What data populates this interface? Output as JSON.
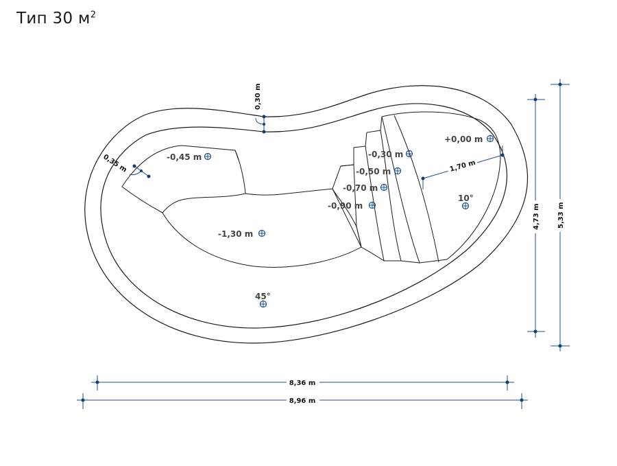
{
  "title": {
    "text": "Тип 30 м",
    "sup": "2"
  },
  "dimensions": {
    "length_inner": "8,36 m",
    "length_outer": "8,96 m",
    "width_inner": "4,73 m",
    "width_outer": "5,33 m",
    "rim_top": "0,30 m",
    "rim_left": "0,35 m",
    "steps_width": "1,70 m"
  },
  "depths": {
    "d0": "+0,00 m",
    "d1": "-0,30 m",
    "d2": "-0,50 m",
    "d3": "-0,70 m",
    "d4": "-0,90 m",
    "d5": "-0,45 m",
    "d6": "-1,30 m"
  },
  "angles": {
    "a1": "10°",
    "a2": "45°"
  }
}
